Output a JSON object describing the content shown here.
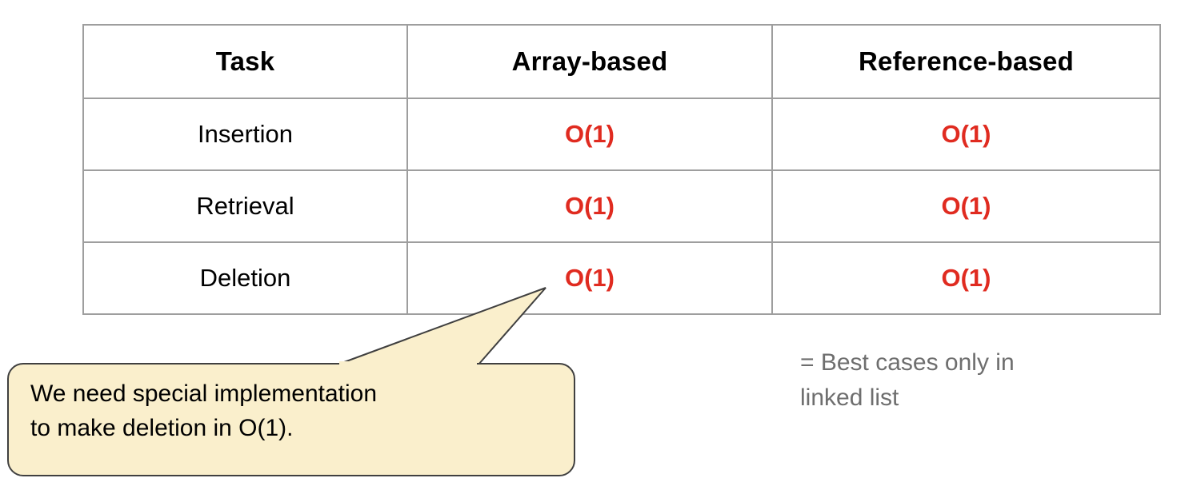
{
  "table": {
    "headers": [
      "Task",
      "Array-based",
      "Reference-based"
    ],
    "rows": [
      {
        "task": "Insertion",
        "array_based": "O(1)",
        "reference_based": "O(1)"
      },
      {
        "task": "Retrieval",
        "array_based": "O(1)",
        "reference_based": "O(1)"
      },
      {
        "task": "Deletion",
        "array_based": "O(1)",
        "reference_based": "O(1)"
      }
    ],
    "border_color": "#9e9e9e",
    "complexity_color": "#e02b20"
  },
  "side_note": {
    "text": "= Best cases only in linked list",
    "color": "#6e6e6e"
  },
  "callout": {
    "text": "We need special implementation\nto make deletion in O(1).",
    "fill_color": "#faefcc",
    "border_color": "#404040"
  }
}
